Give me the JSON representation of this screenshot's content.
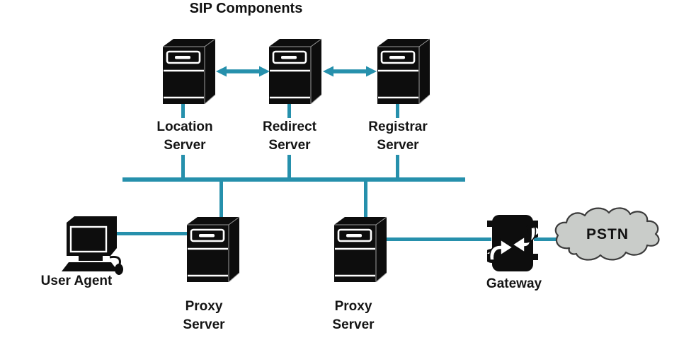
{
  "diagram_title": "SIP Components",
  "colors": {
    "connector_teal": "#2690ac",
    "icon_black": "#0d0d0d",
    "cloud_fill": "#c9ccc9",
    "cloud_outline": "#3b3b3b",
    "label_text": "#141414",
    "background": "#ffffff"
  },
  "nodes": {
    "location_server": {
      "label_line1": "Location",
      "label_line2": "Server",
      "icon": "server-icon"
    },
    "redirect_server": {
      "label_line1": "Redirect",
      "label_line2": "Server",
      "icon": "server-icon"
    },
    "registrar_server": {
      "label_line1": "Registrar",
      "label_line2": "Server",
      "icon": "server-icon"
    },
    "proxy_server_left": {
      "label_line1": "Proxy",
      "label_line2": "Server",
      "icon": "server-icon"
    },
    "proxy_server_right": {
      "label_line1": "Proxy",
      "label_line2": "Server",
      "icon": "server-icon"
    },
    "user_agent": {
      "label": "User Agent",
      "icon": "desktop-computer-icon"
    },
    "gateway": {
      "label": "Gateway",
      "icon": "gateway-icon"
    },
    "pstn": {
      "label": "PSTN",
      "icon": "cloud-icon"
    }
  },
  "connections": [
    {
      "from": "Location Server",
      "to": "Redirect Server",
      "style": "double-arrow"
    },
    {
      "from": "Redirect Server",
      "to": "Registrar Server",
      "style": "double-arrow"
    },
    {
      "from": "Location Server",
      "to": "network bus",
      "style": "line"
    },
    {
      "from": "Redirect Server",
      "to": "network bus",
      "style": "line"
    },
    {
      "from": "Registrar Server",
      "to": "network bus",
      "style": "line"
    },
    {
      "from": "network bus",
      "to": "Proxy Server (left)",
      "style": "line"
    },
    {
      "from": "network bus",
      "to": "Proxy Server (right)",
      "style": "line"
    },
    {
      "from": "User Agent",
      "to": "Proxy Server (left)",
      "style": "line"
    },
    {
      "from": "Proxy Server (right)",
      "to": "Gateway",
      "style": "line"
    },
    {
      "from": "Gateway",
      "to": "PSTN",
      "style": "line"
    }
  ]
}
